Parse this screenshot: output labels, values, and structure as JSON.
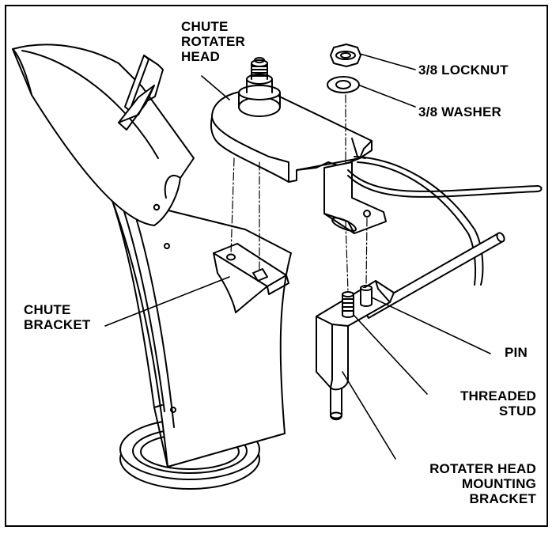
{
  "labels": {
    "chute_rotater_head": [
      "CHUTE",
      "ROTATER",
      "HEAD"
    ],
    "locknut": "3/8 LOCKNUT",
    "washer": "3/8 WASHER",
    "chute_bracket": [
      "CHUTE",
      "BRACKET"
    ],
    "pin": "PIN",
    "threaded_stud": [
      "THREADED",
      "STUD"
    ],
    "mounting_bracket": [
      "ROTATER HEAD",
      "MOUNTING",
      "BRACKET"
    ]
  }
}
